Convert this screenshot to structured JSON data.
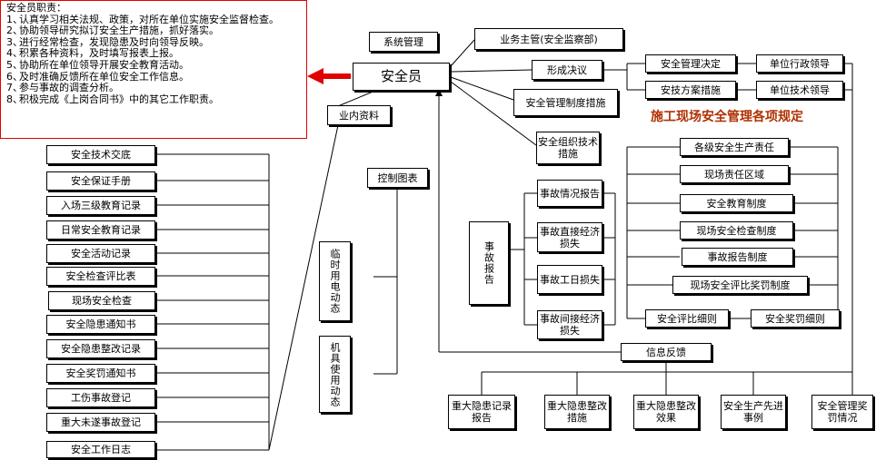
{
  "duties": {
    "title": "安全员职责：",
    "items": [
      {
        "num": "1、",
        "text": "认真学习相关法规、政策，对所在单位实施安全监督检查。"
      },
      {
        "num": "2、",
        "text": "协助领导研究拟订安全生产措施，抓好落实。"
      },
      {
        "num": "3、",
        "text": "进行经常检查，发现隐患及时向领导反映。"
      },
      {
        "num": "4、",
        "text": "积累各种资料，及时填写报表上报。"
      },
      {
        "num": "5、",
        "text": "协助所在单位领导开展安全教育活动。"
      },
      {
        "num": "6、",
        "text": "及时准确反馈所在单位安全工作信息。"
      },
      {
        "num": "7、",
        "text": "参与事故的调查分析。"
      },
      {
        "num": "8、",
        "text": "积极完成《上岗合同书》中的其它工作职责。"
      }
    ]
  },
  "center": {
    "label": "安全员"
  },
  "top": {
    "system_mgmt": "系统管理",
    "business_head": "业务主管(安全监察部)"
  },
  "left": {
    "industry_data": "业内资料",
    "records": [
      "安全技术交底",
      "安全保证手册",
      "入场三级教育记录",
      "日常安全教育记录",
      "安全活动记录",
      "安全检查评比表",
      "现场安全检查",
      "安全隐患通知书",
      "安全隐患整改记录",
      "安全奖罚通知书",
      "工伤事故登记",
      "重大未遂事故登记",
      "安全工作日志"
    ]
  },
  "control": {
    "chart": "控制图表",
    "temp_power": "临时用电动态",
    "machinery": "机具使用动态"
  },
  "decision": {
    "resolution": "形成决议",
    "pairs": [
      {
        "decision": "安全管理决定",
        "leader": "单位行政领导"
      },
      {
        "decision": "安技方案措施",
        "leader": "单位技术领导"
      }
    ]
  },
  "measures": {
    "mgmt_system": "安全管理制度措施",
    "org_tech": "安全组织技术措施"
  },
  "site": {
    "title": "施工现场安全管理各项规定",
    "rules": [
      "各级安全生产责任",
      "现场责任区域",
      "安全教育制度",
      "现场安全检查制度",
      "事故报告制度",
      "现场安全评比奖罚制度"
    ],
    "review": "安全评比细则",
    "reward": "安全奖罚细则"
  },
  "accident": {
    "report": "事故报告",
    "items": [
      "事故情况报告",
      "事故直接经济损失",
      "事故工日损失",
      "事故间接经济损失"
    ]
  },
  "feedback": {
    "label": "信息反馈",
    "items": [
      "重大隐患记录报告",
      "重大隐患整改措施",
      "重大隐患整改效果",
      "安全生产先进事例",
      "安全管理奖罚情况"
    ]
  }
}
